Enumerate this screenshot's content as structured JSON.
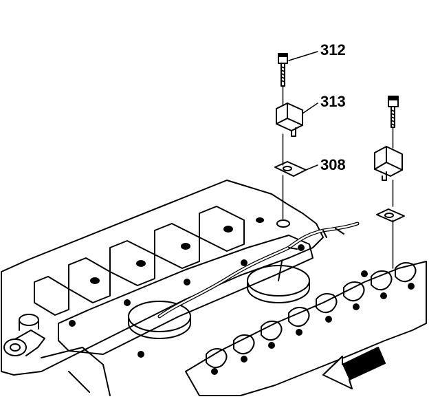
{
  "callouts": [
    {
      "id": "bolt",
      "label": "312"
    },
    {
      "id": "sensor",
      "label": "313"
    },
    {
      "id": "gasket",
      "label": "308"
    }
  ],
  "colors": {
    "ink": "#000000",
    "paper": "#ffffff"
  },
  "icons": {
    "direction": "front-direction-arrow-icon"
  }
}
